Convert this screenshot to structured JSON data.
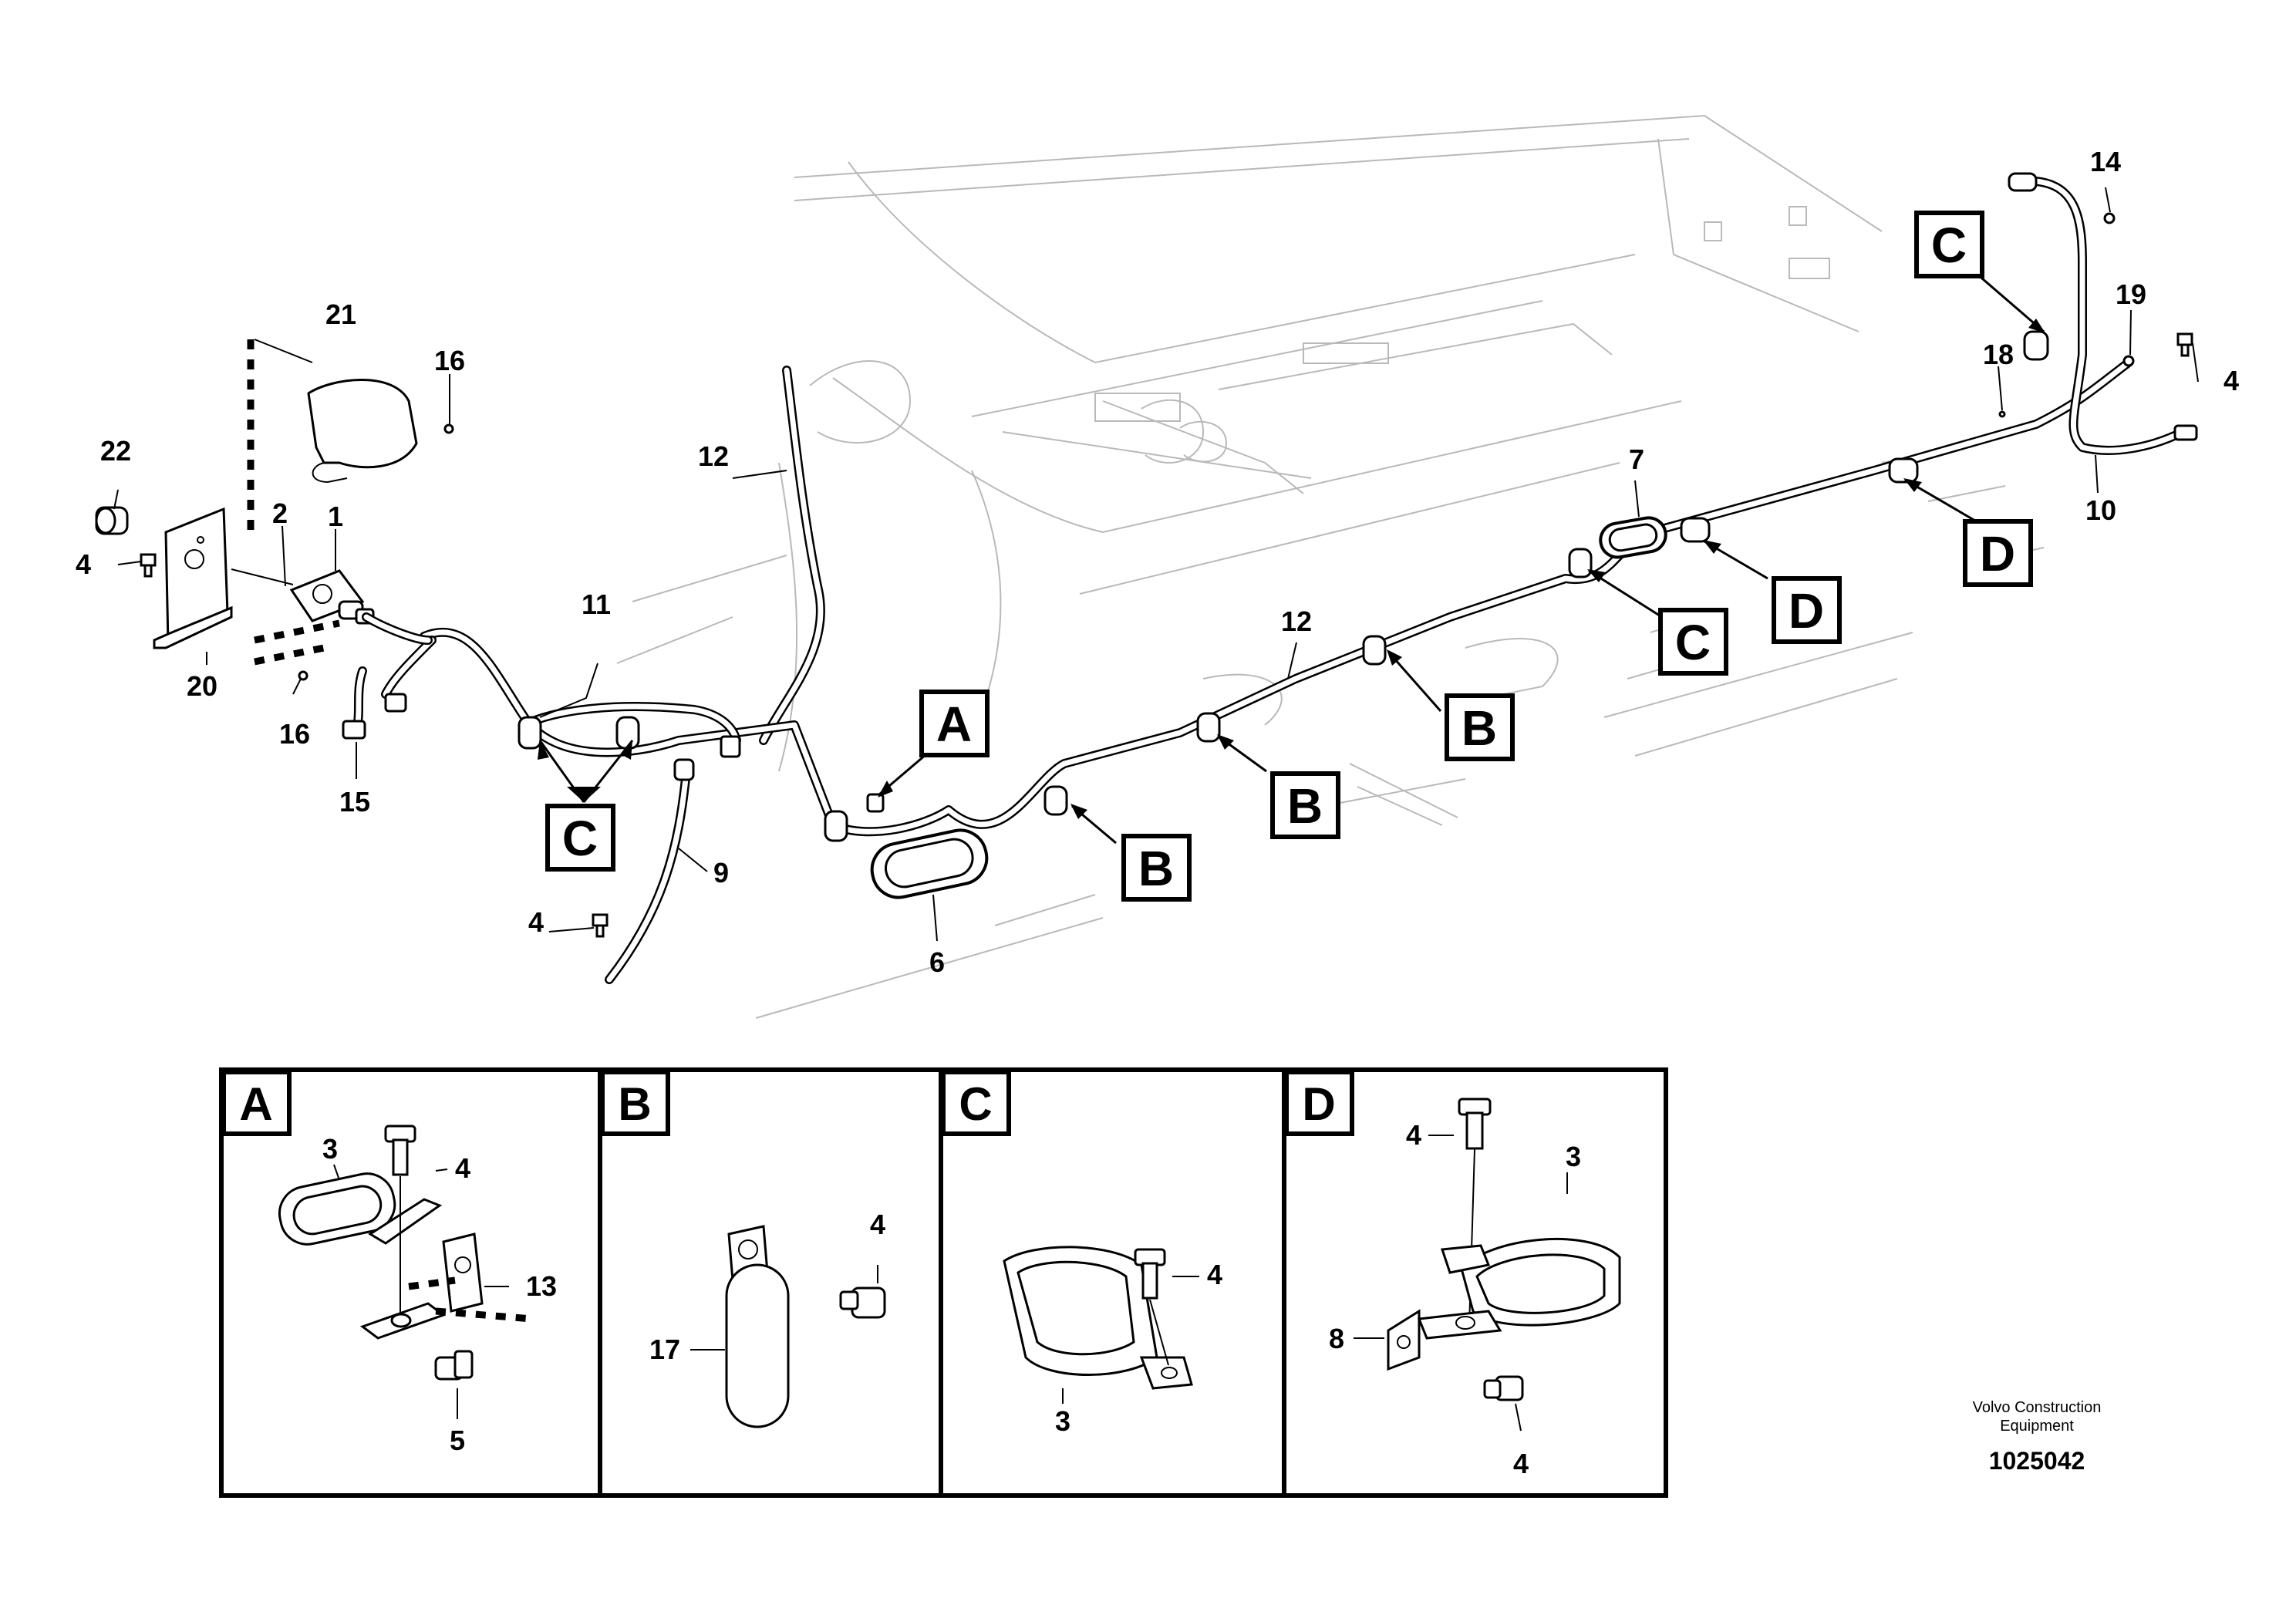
{
  "callouts": {
    "c1": "1",
    "c2": "2",
    "c4a": "4",
    "c4b": "4",
    "c4c": "4",
    "c6": "6",
    "c7": "7",
    "c9": "9",
    "c10": "10",
    "c11": "11",
    "c12a": "12",
    "c12b": "12",
    "c14": "14",
    "c15": "15",
    "c16a": "16",
    "c16b": "16",
    "c18": "18",
    "c19": "19",
    "c20": "20",
    "c21": "21",
    "c22": "22"
  },
  "detail_markers": {
    "a1": "A",
    "b1": "B",
    "b2": "B",
    "b3": "B",
    "c1": "C",
    "c2": "C",
    "c3": "C",
    "d1": "D",
    "d2": "D"
  },
  "detail_panels": [
    {
      "letter": "A",
      "labels": [
        "3",
        "4",
        "13",
        "5"
      ]
    },
    {
      "letter": "B",
      "labels": [
        "4",
        "17"
      ]
    },
    {
      "letter": "C",
      "labels": [
        "4",
        "3"
      ]
    },
    {
      "letter": "D",
      "labels": [
        "4",
        "3",
        "8",
        "4"
      ]
    }
  ],
  "footer": {
    "maker_line1": "Volvo Construction",
    "maker_line2": "Equipment",
    "drawing_number": "1025042"
  }
}
